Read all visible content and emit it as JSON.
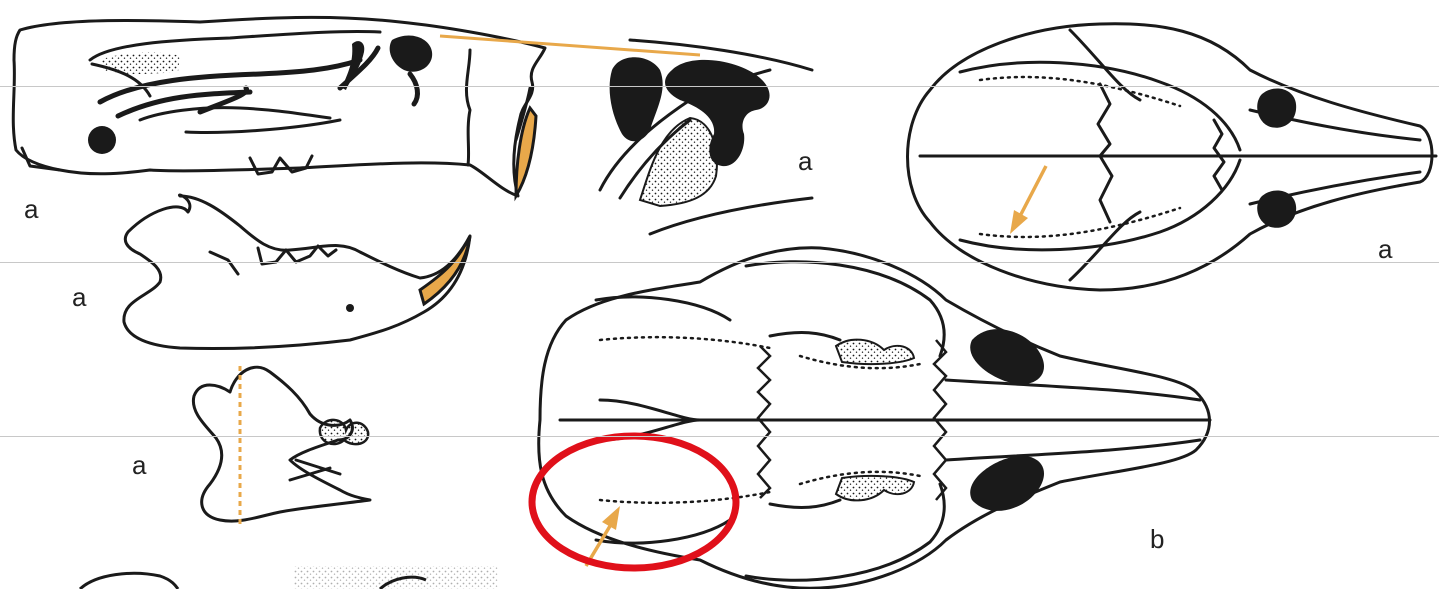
{
  "labels": {
    "skull_side": "a",
    "tooth_detail": "a",
    "skull_top_small": "a",
    "mandible_side": "a",
    "mandible_back": "a",
    "skull_top_large": "b"
  },
  "colors": {
    "ink": "#1a1a1a",
    "arrow": "#e8a84a",
    "highlight_ring": "#e0101a",
    "paper": "#ffffff",
    "scan_line": "#c8c8c8"
  }
}
